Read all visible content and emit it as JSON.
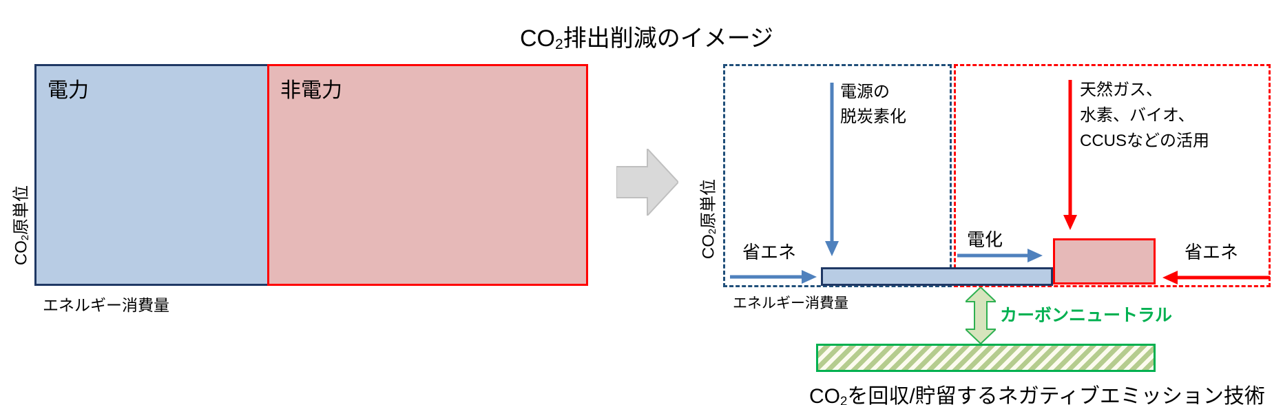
{
  "title": {
    "prefix": "CO",
    "sub": "2",
    "suffix": "排出削減のイメージ"
  },
  "left_chart": {
    "electric_label": "電力",
    "non_electric_label": "非電力",
    "y_axis_label": {
      "prefix": "CO",
      "sub": "2",
      "suffix": "原単位"
    },
    "x_axis_label": "エネルギー消費量"
  },
  "right_chart": {
    "y_axis_label": {
      "prefix": "CO",
      "sub": "2",
      "suffix": "原単位"
    },
    "x_axis_label": "エネルギー消費量",
    "decarbonization_note": {
      "line1": "電源の",
      "line2": "脱炭素化"
    },
    "fuel_note": {
      "line1": "天然ガス、",
      "line2": "水素、バイオ、",
      "line3": "CCUSなどの活用"
    },
    "energy_saving_left_label": "省エネ",
    "electrification_label": "電化",
    "energy_saving_right_label": "省エネ",
    "carbon_neutral_label": "カーボンニュートラル",
    "negative_emission_caption": {
      "prefix": "CO",
      "sub": "2",
      "suffix": "を回収/貯留するネガティブエミッション技術"
    }
  },
  "colors": {
    "electric_fill": "#b8cce4",
    "electric_border": "#1f3864",
    "non_electric_fill": "#e6b9b8",
    "non_electric_border": "#ff0000",
    "dashed_blue_border": "#1f4e79",
    "dashed_red_border": "#ff0000",
    "arrow_blue": "#4f81bd",
    "arrow_red": "#ff0000",
    "carbon_neutral_green": "#00b050",
    "green_arrow_fill": "#d7e4bd",
    "green_arrow_stroke": "#2eb050",
    "hatch_stripe": "#b5cc8e",
    "gray_arrow_fill": "#d9d9d9",
    "gray_arrow_stroke": "#bfbfbf"
  }
}
